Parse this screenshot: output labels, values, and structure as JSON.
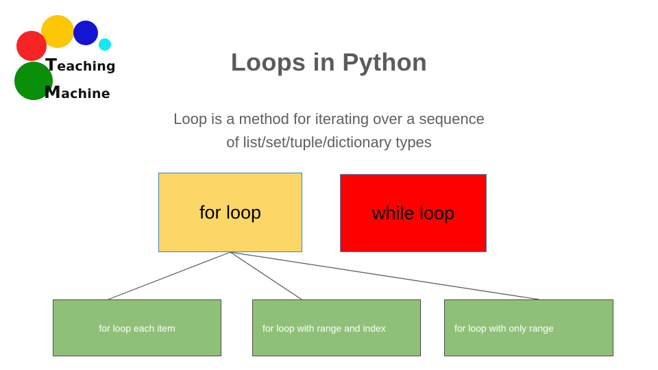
{
  "slide": {
    "title": "Loops in Python",
    "subtitle_line1": "Loop is a method for iterating over a sequence",
    "subtitle_line2": "of list/set/tuple/dictionary types"
  },
  "logo": {
    "word1_cap": "T",
    "word1_rest": "eaching",
    "word2_cap": "M",
    "word2_rest": "achine",
    "circles": [
      {
        "name": "yellow-circle",
        "color": "#fcc707"
      },
      {
        "name": "blue-circle",
        "color": "#1414d2"
      },
      {
        "name": "cyan-circle",
        "color": "#14eaf0"
      },
      {
        "name": "red-circle",
        "color": "#f62424"
      },
      {
        "name": "green-circle",
        "color": "#0a8f0a"
      }
    ]
  },
  "diagram": {
    "nodes": {
      "for_loop": {
        "label": "for loop",
        "fill": "#fcd767",
        "border": "#3d7cc9"
      },
      "while_loop": {
        "label": "while loop",
        "fill": "#ff0000",
        "border": "#4a7ebb"
      },
      "leaf_1": {
        "label": "for loop each item",
        "fill": "#8fc078",
        "border": "#4d4d48"
      },
      "leaf_2": {
        "label": "for loop with range and index",
        "fill": "#8fc078",
        "border": "#4d4d48"
      },
      "leaf_3": {
        "label": "for loop with only range",
        "fill": "#8fc078",
        "border": "#4d4d48"
      }
    },
    "connector_color": "#555555"
  }
}
